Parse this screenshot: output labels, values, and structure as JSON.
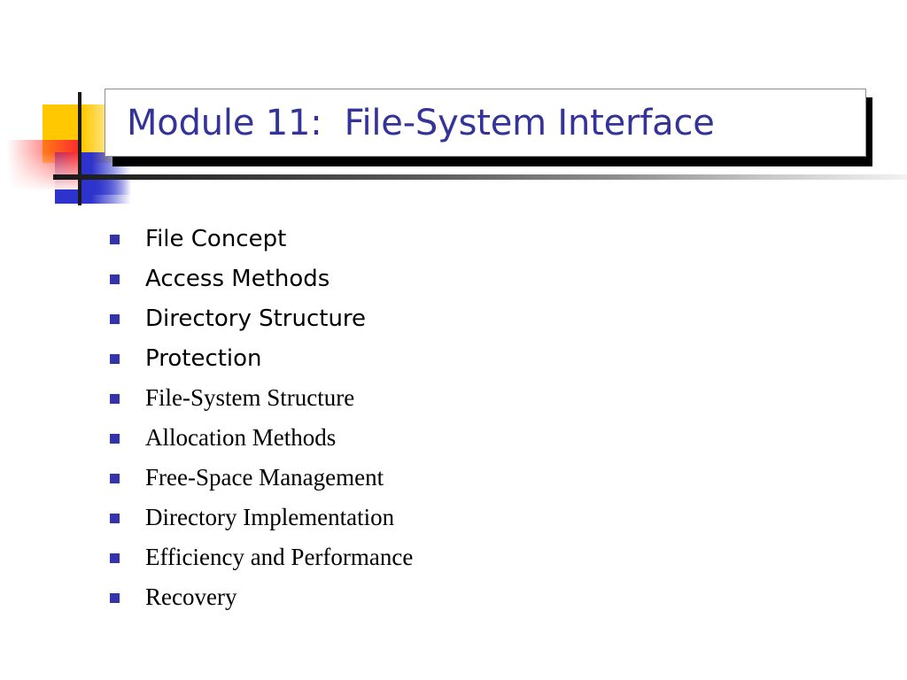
{
  "slide": {
    "background_color": "#ffffff",
    "title": "Module 11:  File-System Interface",
    "title_color": "#333399",
    "bullet_color": "#3333AA",
    "decorations": {
      "yellow_block": "#FFC800",
      "blue_block": "#2D33CC",
      "red_block": "#FF2D2D",
      "rule_color": "#1a1a1a"
    },
    "bullets": [
      {
        "label": "File Concept",
        "style": "sans"
      },
      {
        "label": "Access Methods",
        "style": "sans"
      },
      {
        "label": "Directory Structure",
        "style": "sans"
      },
      {
        "label": "Protection",
        "style": "sans"
      },
      {
        "label": "File-System Structure",
        "style": "serif"
      },
      {
        "label": "Allocation Methods",
        "style": "serif"
      },
      {
        "label": "Free-Space Management",
        "style": "serif"
      },
      {
        "label": "Directory Implementation",
        "style": "serif"
      },
      {
        "label": "Efficiency and Performance",
        "style": "serif"
      },
      {
        "label": "Recovery",
        "style": "serif"
      }
    ]
  }
}
